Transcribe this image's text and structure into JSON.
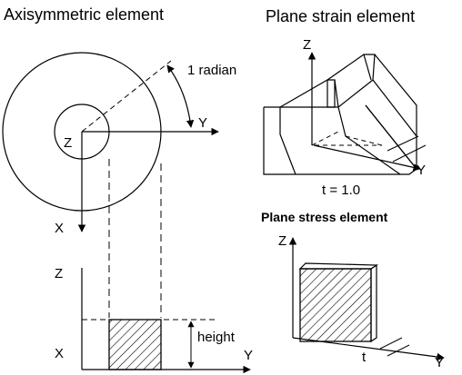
{
  "axisymmetric": {
    "title": "Axisymmetric element",
    "angle_label": "1 radian",
    "top_axes": {
      "y": "Y",
      "z": "Z",
      "x": "X"
    },
    "bottom_axes": {
      "z": "Z",
      "x": "X",
      "y": "Y"
    },
    "height_label": "height"
  },
  "plane_strain": {
    "title": "Plane strain element",
    "axes": {
      "z": "Z",
      "y": "Y"
    },
    "thickness_label": "t = 1.0"
  },
  "plane_stress": {
    "title": "Plane stress element",
    "axes": {
      "z": "Z",
      "y": "Y"
    },
    "thickness_label": "t"
  }
}
